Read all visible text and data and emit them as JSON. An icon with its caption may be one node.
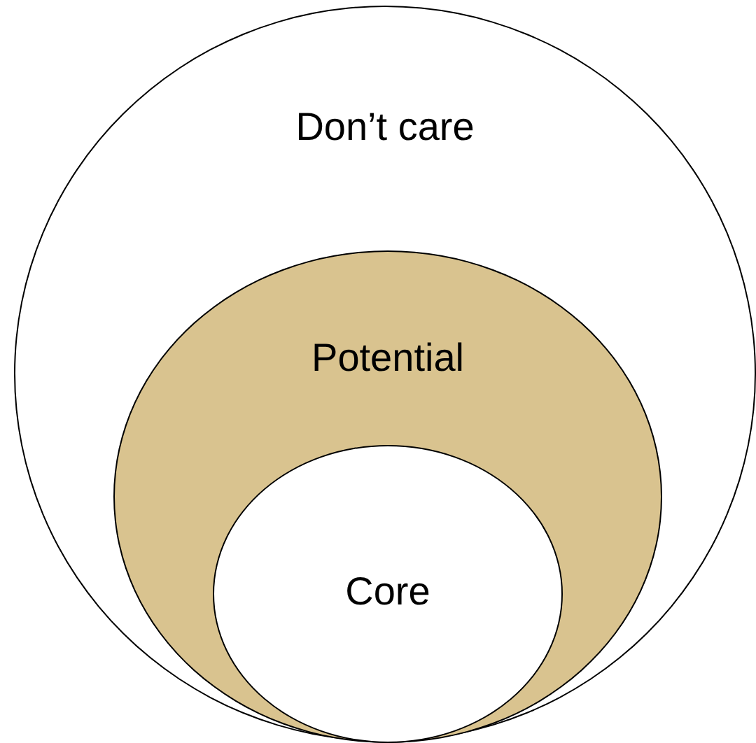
{
  "diagram": {
    "nodes": [
      {
        "text": [
          "Don’t care"
        ]
      },
      {
        "text": [
          "Potential"
        ],
        "in": 0
      },
      {
        "text": [
          "Core"
        ],
        "in": 1
      }
    ]
  }
}
